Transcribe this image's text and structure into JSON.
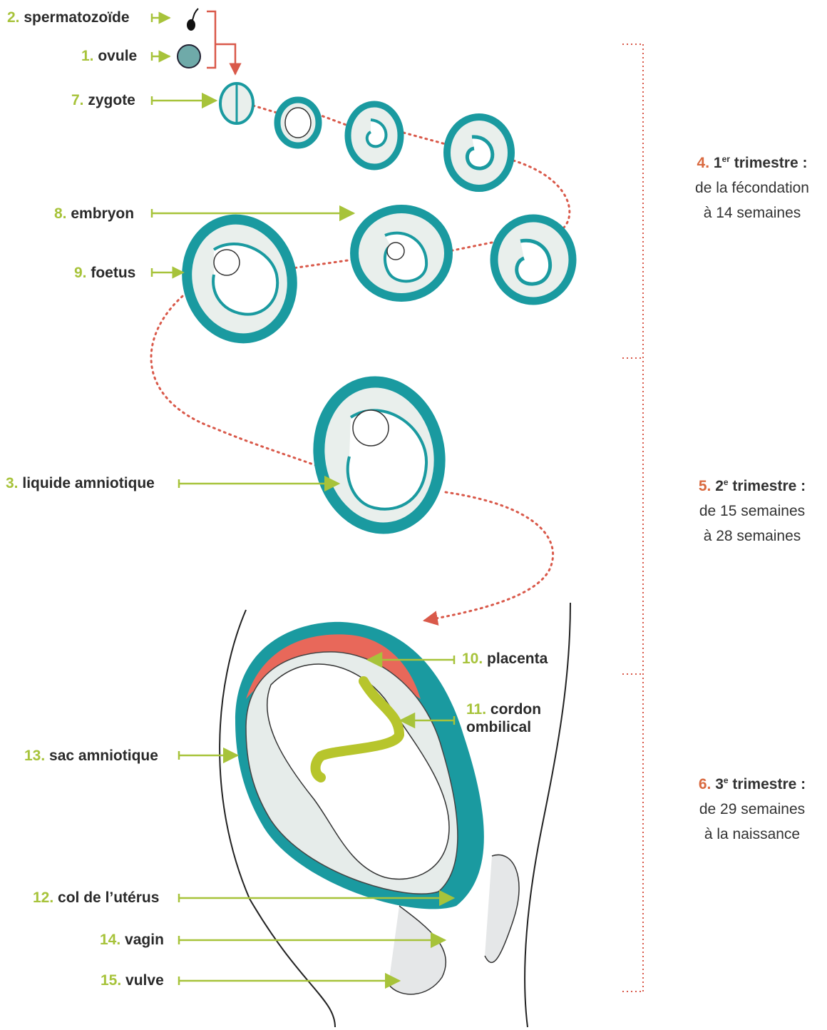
{
  "labels": {
    "sperm": {
      "num": "2.",
      "text": "spermatozoïde"
    },
    "ovule": {
      "num": "1.",
      "text": "ovule"
    },
    "zygote": {
      "num": "7.",
      "text": "zygote"
    },
    "embryon": {
      "num": "8.",
      "text": "embryon"
    },
    "foetus": {
      "num": "9.",
      "text": "foetus"
    },
    "liquide": {
      "num": "3.",
      "text": "liquide amniotique"
    },
    "placenta": {
      "num": "10.",
      "text": "placenta"
    },
    "cordon": {
      "num": "11.",
      "text": "cordon",
      "text2": "ombilical"
    },
    "sac": {
      "num": "13.",
      "text": "sac amniotique"
    },
    "col": {
      "num": "12.",
      "text": "col de l’utérus"
    },
    "vagin": {
      "num": "14.",
      "text": "vagin"
    },
    "vulve": {
      "num": "15.",
      "text": "vulve"
    }
  },
  "trimesters": [
    {
      "num": "4.",
      "ordinal": "1",
      "sup": "er",
      "title": "trimestre",
      "colon": " :",
      "line1": "de la fécondation",
      "line2": "à 14 semaines"
    },
    {
      "num": "5.",
      "ordinal": "2",
      "sup": "e",
      "title": "trimestre",
      "colon": " :",
      "line1": "de 15 semaines",
      "line2": "à 28 semaines"
    },
    {
      "num": "6.",
      "ordinal": "3",
      "sup": "e",
      "title": "trimestre",
      "colon": " :",
      "line1": "de 29 semaines",
      "line2": "à la naissance"
    }
  ],
  "colors": {
    "teal": "#1a9aa0",
    "label_number": "#a7c33a",
    "trimester_number": "#d9693f",
    "arrow_green": "#a7c33a",
    "dots": "#d9594a",
    "placenta": "#e8685a",
    "cord": "#b7c52c"
  }
}
